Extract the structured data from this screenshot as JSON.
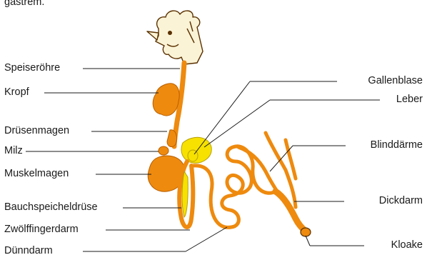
{
  "header_fragment": "gastrem.",
  "labels": {
    "speiseroehre": "Speiseröhre",
    "kropf": "Kropf",
    "druesenmagen": "Drüsenmagen",
    "milz": "Milz",
    "muskelmagen": "Muskelmagen",
    "bauchspeicheldruese": "Bauchspeicheldrüse",
    "zwoelffingerdarm": "Zwölffingerdarm",
    "duenndarm": "Dünndarm",
    "gallenblase": "Gallenblase",
    "leber": "Leber",
    "blinddaerme": "Blinddärme",
    "dickdarm": "Dickdarm",
    "kloake": "Kloake"
  },
  "colors": {
    "organ_orange": "#ee8a0e",
    "organ_yellow": "#f6e100",
    "outline": "#5a3000",
    "head_fill": "#fbf3d6",
    "line": "#1a1a1a"
  }
}
